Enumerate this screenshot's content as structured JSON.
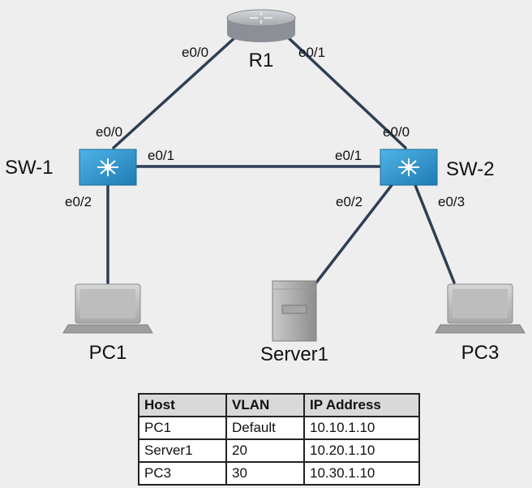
{
  "devices": {
    "router": "R1",
    "switch1": "SW-1",
    "switch2": "SW-2",
    "pc1": "PC1",
    "server1": "Server1",
    "pc3": "PC3"
  },
  "ports": {
    "r1_left": "e0/0",
    "r1_right": "e0/1",
    "sw1_up": "e0/0",
    "sw1_right": "e0/1",
    "sw1_down": "e0/2",
    "sw2_up": "e0/0",
    "sw2_left": "e0/1",
    "sw2_server": "e0/2",
    "sw2_pc3": "e0/3"
  },
  "table": {
    "headers": [
      "Host",
      "VLAN",
      "IP Address"
    ],
    "rows": [
      [
        "PC1",
        "Default",
        "10.10.1.10"
      ],
      [
        "Server1",
        "20",
        "10.20.1.10"
      ],
      [
        "PC3",
        "30",
        "10.30.1.10"
      ]
    ]
  },
  "colors": {
    "link": "#2e3f55",
    "switch": "#2e93cc",
    "router": "#9a9ea3"
  }
}
